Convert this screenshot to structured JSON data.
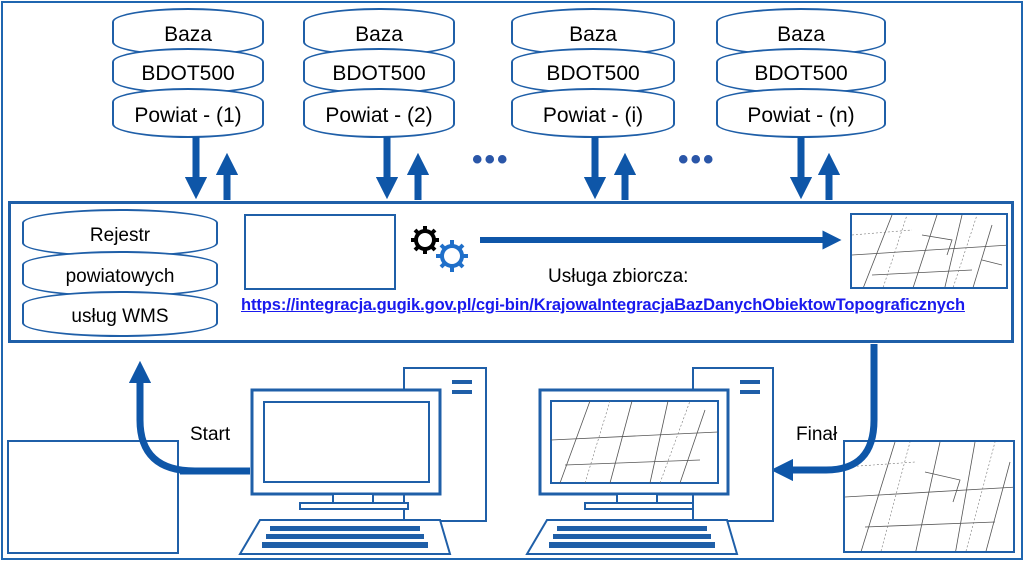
{
  "databases": [
    {
      "line1": "Baza",
      "line2": "BDOT500",
      "line3": "Powiat - (1)"
    },
    {
      "line1": "Baza",
      "line2": "BDOT500",
      "line3": "Powiat - (2)"
    },
    {
      "line1": "Baza",
      "line2": "BDOT500",
      "line3": "Powiat - (i)"
    },
    {
      "line1": "Baza",
      "line2": "BDOT500",
      "line3": "Powiat - (n)"
    }
  ],
  "registry": {
    "line1": "Rejestr",
    "line2": "powiatowych",
    "line3": "usług WMS"
  },
  "ellipsis": "•••",
  "service": {
    "title": "Usługa zbiorcza:",
    "url": "https://integracja.gugik.gov.pl/cgi-bin/KrajowaIntegracjaBazDanychObiektowTopograficznych"
  },
  "flow": {
    "start_label": "Start",
    "final_label": "Finał"
  },
  "icons": {
    "settings": "gear-icon",
    "database": "database-icon",
    "computer": "desktop-computer-icon"
  },
  "colors": {
    "primary_blue": "#1f5fa8",
    "arrow_blue": "#0e56a8",
    "link_blue": "#1a1aee"
  }
}
